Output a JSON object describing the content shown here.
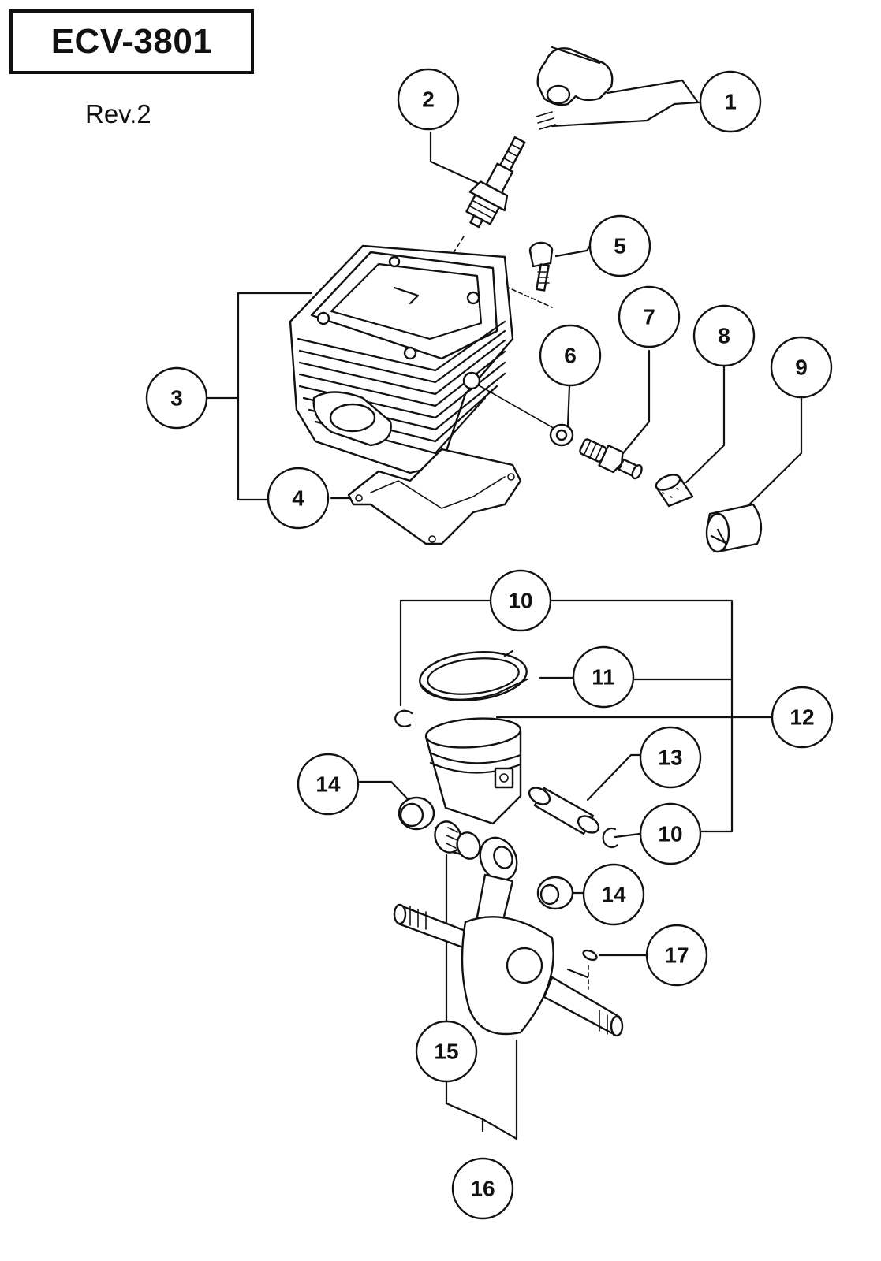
{
  "header": {
    "model": "ECV-3801",
    "revision": "Rev.2"
  },
  "callouts": [
    {
      "id": "c1",
      "label": "1"
    },
    {
      "id": "c2",
      "label": "2"
    },
    {
      "id": "c3",
      "label": "3"
    },
    {
      "id": "c4",
      "label": "4"
    },
    {
      "id": "c5",
      "label": "5"
    },
    {
      "id": "c6",
      "label": "6"
    },
    {
      "id": "c7",
      "label": "7"
    },
    {
      "id": "c8",
      "label": "8"
    },
    {
      "id": "c9",
      "label": "9"
    },
    {
      "id": "c10a",
      "label": "10"
    },
    {
      "id": "c11",
      "label": "11"
    },
    {
      "id": "c12",
      "label": "12"
    },
    {
      "id": "c13",
      "label": "13"
    },
    {
      "id": "c14a",
      "label": "14"
    },
    {
      "id": "c10b",
      "label": "10"
    },
    {
      "id": "c14b",
      "label": "14"
    },
    {
      "id": "c17",
      "label": "17"
    },
    {
      "id": "c15",
      "label": "15"
    },
    {
      "id": "c16",
      "label": "16"
    }
  ],
  "icons": [
    "plug-cap-icon",
    "spark-plug-icon",
    "cylinder-icon",
    "gasket-icon",
    "bolt-icon",
    "washer-icon",
    "decompression-valve-icon",
    "filter-icon",
    "cap-icon",
    "piston-ring-icon",
    "piston-icon",
    "piston-pin-icon",
    "circlip-icon",
    "oil-seal-icon",
    "needle-bearing-icon",
    "crankshaft-icon",
    "key-icon"
  ]
}
